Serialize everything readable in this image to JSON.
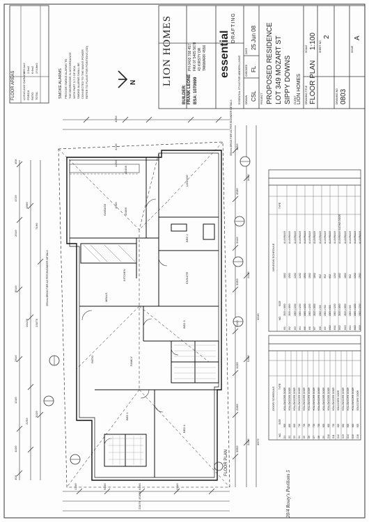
{
  "title_block": {
    "company": "LION HOMES",
    "contact_lines": [
      "PH 0403 708 457",
      "FAX 07 5465 5678",
      "43 KIRSTY DR",
      "TANWARR 4556"
    ],
    "builder_label": "BUILDER:",
    "builder_name": "FRANK LEONE",
    "bsa_label": "BSA:",
    "bsa_number": "1070699",
    "brand_logo_text": "essential",
    "brand_logo_sub": "DRAFTING",
    "brand_tagline": "ESSENTIAL STYLE FOR MODERN LIVING",
    "drawn_label": "DRAWN",
    "checked_label": "CHECKED",
    "date_label": "DATE",
    "drawn": "CSL",
    "checked": "FL",
    "date": "25 Jun 08",
    "project_label": "PROJECT",
    "project_lines": [
      "PROPOSED RESIDENCE",
      "LOT 349 MOZART ST",
      "SIPPY DOWNS"
    ],
    "client_label": "CLIENT",
    "client": "LION HOMES",
    "drawing_title_label": "DRAWING TITLE",
    "drawing_title": "FLOOR PLAN",
    "scale_label": "SCALE",
    "scale": "1:100",
    "sheet_label": "SHEET NO",
    "sheet": "2",
    "drawing_no_label": "DRAWING NO",
    "drawing_no": "0803",
    "issue_label": "ISSUE",
    "issue": "A"
  },
  "floor_areas": {
    "title": "FLOOR AREAS",
    "rows": [
      {
        "name": "LIVING AND GARAGE",
        "value": "166.1m2"
      },
      {
        "name": "PORCH",
        "value": "2.5m2"
      },
      {
        "name": "PATIO",
        "value": "6.6m2"
      },
      {
        "name": "TOTAL",
        "value": "174.8m2"
      }
    ]
  },
  "smoke_alarms_note": {
    "title": "SMOKE ALARMS",
    "lines": [
      "PROVIDE SMOKE ALARMS TO",
      "THE BEDROOMS IN ACCORDANCE",
      "WITH PART 3.7.2 OF BCA",
      "SMOKE ALARMS SHALL BE",
      "CONNECTED TO THE MAINS POWER",
      "REFER TO PLANS FOR POSITIONS (SD)"
    ]
  },
  "north_label": "N",
  "rooms": {
    "garage": "GARAGE",
    "lounge": "LOUNGE",
    "bed2": "BED 2",
    "ensuite": "ENSUITE",
    "kitchen": "KITCHEN",
    "meals": "MEALS",
    "bed3": "BED 3",
    "family": "FAMILY",
    "patio": "PATIO",
    "bed1": "BED 1",
    "bed4": "BED 4"
  },
  "plan_labels": {
    "floor_plan_caption": "FLOOR PLAN",
    "brick_pier_note": "350mm BRICK PIER AS PER ENGINEER DETAILS",
    "brick_pier_note_left": "350mm BRICK PIER AS PER ENGINEER DETAILS",
    "handwritten_note": "20/4 Rosey's Pavilions 5"
  },
  "dimensions": {
    "left": [
      "450",
      "4720",
      "2010",
      "6510",
      "2810",
      "1340",
      "4190",
      "1800",
      "19130",
      "23970",
      "2250",
      "7100",
      "3920",
      "450"
    ],
    "right": [
      "1850",
      "4580",
      "3410",
      "3350",
      "2210",
      "1930",
      "2900",
      "3850",
      "3000",
      "2130",
      "5350",
      "3230",
      "3040",
      "3870"
    ],
    "top": [
      "4350",
      "3230",
      "1250",
      "4330",
      "13440",
      "10460"
    ],
    "bottom": [
      "3870",
      "1790",
      "5030",
      "6100",
      "2160",
      "23970",
      "15950"
    ]
  },
  "window_schedule": {
    "title": "WINDOW SCHEDULE",
    "headers": [
      "NO.",
      "SIZE",
      "TYPE"
    ],
    "rows": [
      {
        "no": "W1",
        "size": "2100 x 1800",
        "type": "ALUMINIUM"
      },
      {
        "no": "W2",
        "size": "2100 x 1800",
        "type": "ALUMINIUM"
      },
      {
        "no": "W3",
        "size": "1800 x 1200",
        "type": "ALUMINIUM"
      },
      {
        "no": "W4",
        "size": "1800 x 1200",
        "type": "ALUMINIUM"
      },
      {
        "no": "W5",
        "size": "1800 x 1200",
        "type": "ALUMINIUM"
      },
      {
        "no": "W6",
        "size": "1800 x 1200",
        "type": "ALUMINIUM"
      },
      {
        "no": "W7",
        "size": "2100 x 1800",
        "type": "ALUMINIUM"
      },
      {
        "no": "W8",
        "size": "1800 x 900",
        "type": "ALUMINIUM"
      },
      {
        "no": "W9",
        "size": "1800 x 900",
        "type": "ALUMINIUM"
      },
      {
        "no": "W10",
        "size": "1800 x 600",
        "type": "ALUMINIUM"
      },
      {
        "no": "W11",
        "size": "1800 x 1200",
        "type": "ALUMINIUM"
      },
      {
        "no": "W12",
        "size": "2100 x 1800",
        "type": "ALUMINIUM SLIDING DOOR"
      },
      {
        "no": "W13",
        "size": "2100 x 1800",
        "type": "ALUMINIUM"
      },
      {
        "no": "W14",
        "size": "1800 x 900",
        "type": "ALUMINIUM"
      },
      {
        "no": "W15",
        "size": "1800 x 1200",
        "type": "ALUMINIUM"
      },
      {
        "no": "W16",
        "size": "1800 x 1200",
        "type": "ALUMINIUM"
      }
    ],
    "handwritten": [
      "1802",
      "1502",
      "1202",
      "1202",
      "1502",
      "1502",
      "1802",
      "902",
      "902",
      "602",
      "1202",
      "1802",
      "1802",
      "902",
      "1202",
      "1502"
    ]
  },
  "door_schedule": {
    "title": "DOOR SCHEDULE",
    "headers": [
      "NO.",
      "SIZE",
      "TYPE"
    ],
    "rows": [
      {
        "no": "D1",
        "size": "820",
        "type": "HOLLOWCORE DOOR"
      },
      {
        "no": "D2",
        "size": "820",
        "type": "HOLLOWCORE DOOR"
      },
      {
        "no": "D3",
        "size": "820",
        "type": "HOLLOWCORE DOOR"
      },
      {
        "no": "D4",
        "size": "720",
        "type": "HOLLOWCORE DOOR"
      },
      {
        "no": "D5",
        "size": "720",
        "type": "HOLLOWCORE DOOR"
      },
      {
        "no": "D6",
        "size": "720",
        "type": "HOLLOWCORE DOOR"
      },
      {
        "no": "D7",
        "size": "720",
        "type": "HOLLOWCORE DOOR"
      },
      {
        "no": "D8",
        "size": "720",
        "type": "HOLLOWCORE DOOR"
      },
      {
        "no": "D9",
        "size": "820",
        "type": "HOLLOWCORE DOOR"
      },
      {
        "no": "D10",
        "size": "820",
        "type": "HOLLOWCORE DOOR"
      },
      {
        "no": "D11",
        "size": "720",
        "type": "HOLLOWCORE DOOR"
      },
      {
        "no": "D12",
        "size": "820",
        "type": "SOLIDCORE DOOR"
      },
      {
        "no": "D13",
        "size": "820",
        "type": "HOLLOWCORE DOOR"
      },
      {
        "no": "D14",
        "size": "820",
        "type": "HOLLOWCORE DOOR"
      },
      {
        "no": "D15",
        "size": "820",
        "type": "HOLLOWCORE DOOR"
      },
      {
        "no": "D16",
        "size": "820",
        "type": "SOLIDCORE DOOR"
      }
    ]
  }
}
